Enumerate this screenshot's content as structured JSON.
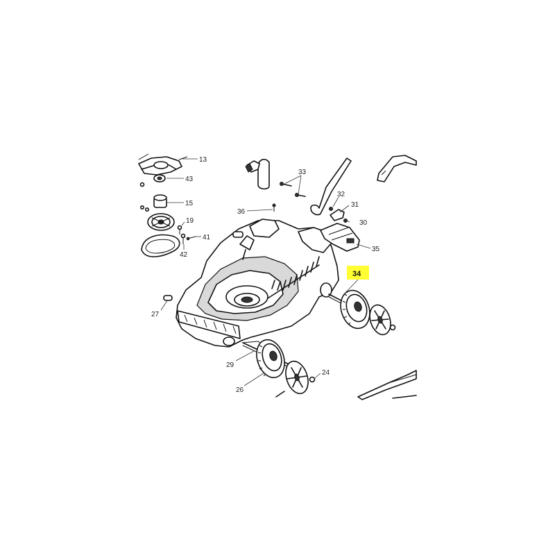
{
  "diagram": {
    "labels": {
      "p13": "13",
      "p43": "43",
      "p15": "15",
      "p19": "19",
      "p41": "41",
      "p42": "42",
      "p33": "33",
      "p32": "32",
      "p31": "31",
      "p30": "30",
      "p36": "36",
      "p35": "35",
      "p34": "34",
      "p27": "27",
      "p29": "29",
      "p26": "26",
      "p24": "24"
    },
    "highlight_color": "#ffff33",
    "highlighted_part": "34"
  }
}
